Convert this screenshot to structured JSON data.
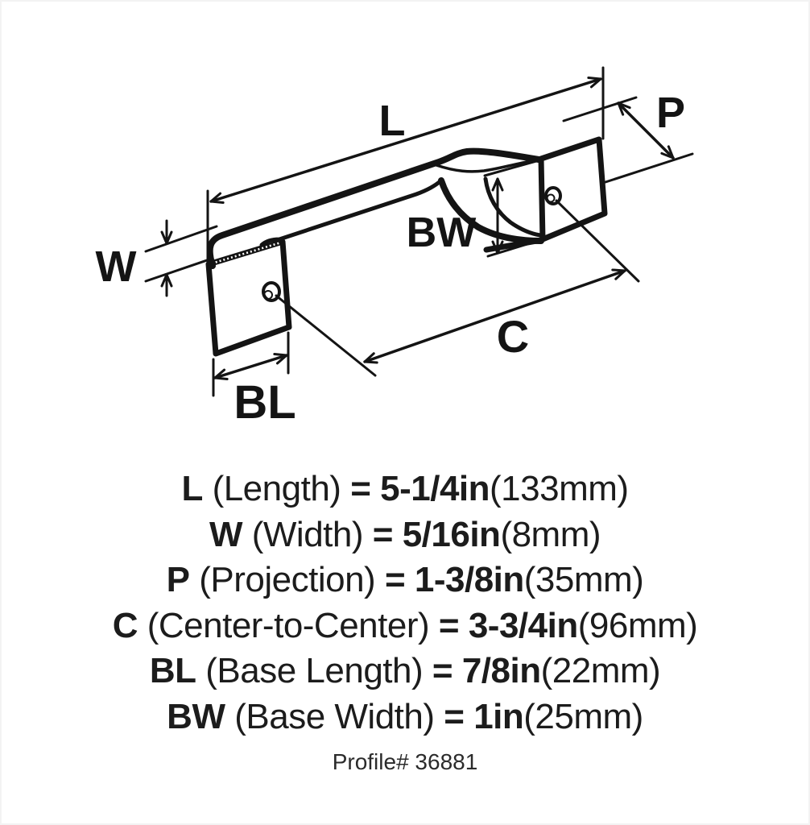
{
  "diagram": {
    "labels": {
      "length": "L",
      "projection": "P",
      "width": "W",
      "base_width": "BW",
      "center_to_center": "C",
      "base_length": "BL"
    }
  },
  "specs": [
    {
      "abbr": "L",
      "name": "(Length)",
      "eq": "=",
      "value": "5-1/4in",
      "metric": "(133mm)"
    },
    {
      "abbr": "W",
      "name": "(Width)",
      "eq": "=",
      "value": "5/16in",
      "metric": "(8mm)"
    },
    {
      "abbr": "P",
      "name": "(Projection)",
      "eq": "=",
      "value": "1-3/8in",
      "metric": "(35mm)"
    },
    {
      "abbr": "C",
      "name": "(Center-to-Center)",
      "eq": "=",
      "value": "3-3/4in",
      "metric": "(96mm)"
    },
    {
      "abbr": "BL",
      "name": "(Base Length)",
      "eq": "=",
      "value": "7/8in",
      "metric": "(22mm)"
    },
    {
      "abbr": "BW",
      "name": "(Base Width)",
      "eq": "=",
      "value": "1in",
      "metric": "(25mm)"
    }
  ],
  "footer": {
    "profile": "Profile# 36881"
  },
  "colors": {
    "ink": "#141414",
    "background": "#ffffff"
  }
}
